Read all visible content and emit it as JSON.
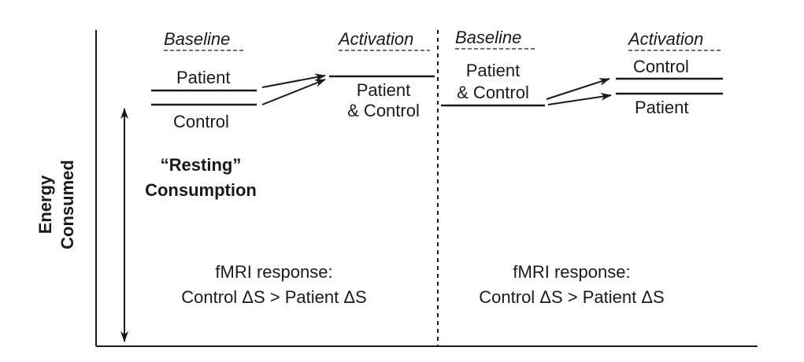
{
  "y_axis_label": {
    "line1": "Energy",
    "line2": "Consumed"
  },
  "left_panel": {
    "baseline_header": "Baseline",
    "activation_header": "Activation",
    "baseline_top_label": "Patient",
    "baseline_bottom_label": "Control",
    "activation_label_line1": "Patient",
    "activation_label_line2": "& Control",
    "resting_line1": "“Resting”",
    "resting_line2": "Consumption",
    "fmri_line1": "fMRI response:",
    "fmri_line2": "Control ΔS > Patient ΔS"
  },
  "right_panel": {
    "baseline_header": "Baseline",
    "activation_header": "Activation",
    "baseline_label_line1": "Patient",
    "baseline_label_line2": "& Control",
    "activation_top_label": "Control",
    "activation_bottom_label": "Patient",
    "fmri_line1": "fMRI response:",
    "fmri_line2": "Control ΔS > Patient ΔS"
  }
}
